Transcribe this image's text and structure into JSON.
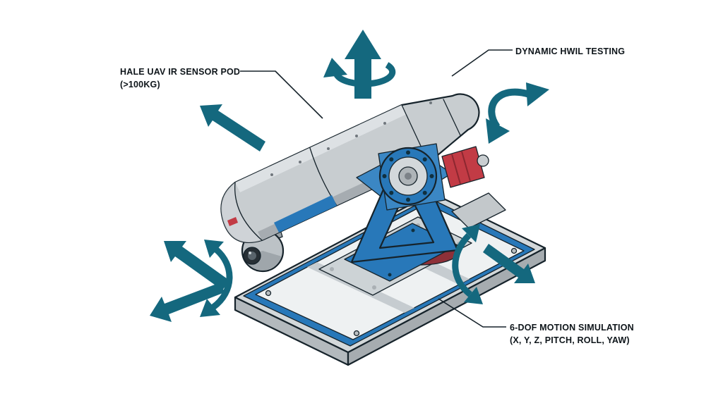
{
  "labels": {
    "sensor_pod": {
      "line1": "HALE UAV IR SENSOR POD",
      "line2": "(>100KG)"
    },
    "hwil": {
      "text": "DYNAMIC HWIL TESTING"
    },
    "sixdof": {
      "line1": "6-DOF MOTION SIMULATION",
      "line2": "(X, Y, Z, PITCH, ROLL, YAW)"
    }
  },
  "icons": {
    "heave_arrow": "up-translation-arrow",
    "yaw_arrow": "curved-rotation-ring-around-vertical-axis",
    "surge_arrow": "upper-left-translation-arrow",
    "roll_arrow": "curved-rotation-arrow-right",
    "sway_arrows": "double-diagonal-translation-arrows-lower-left",
    "pitch_arrow": "curved-rotation-arrow-lower-left",
    "lower_right_arrows": "curved-rotation-plus-down-right-translation-arrow"
  },
  "colors": {
    "background": "#FFFFFF",
    "arrow": "#14687E",
    "machine_blue": "#2878B9",
    "machine_blue_light": "#3B87C4",
    "accent_red": "#C23B45",
    "maroon": "#8E3038",
    "outline": "#16232B"
  }
}
